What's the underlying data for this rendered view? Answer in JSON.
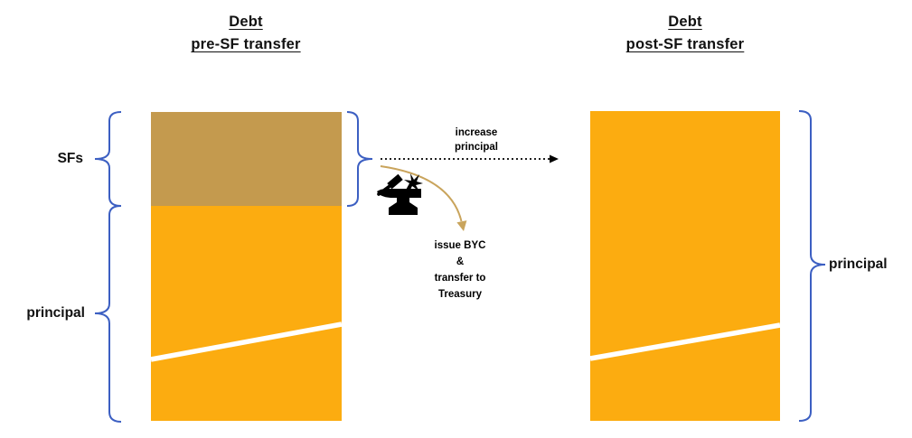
{
  "colors": {
    "orange": "#FCAC10",
    "tan": "#C49A4E",
    "brace_blue": "#3C5FC2",
    "arrow_tan": "#C9A45C",
    "text": "#111111",
    "white_line": "#ffffff"
  },
  "left_chart": {
    "title_line1": "Debt",
    "title_line2": "pre-SF transfer",
    "sf_label": "SFs",
    "principal_label": "principal"
  },
  "right_chart": {
    "title_line1": "Debt",
    "title_line2": "post-SF transfer",
    "principal_label": "principal"
  },
  "annotations": {
    "increase_line1": "increase",
    "increase_line2": "principal",
    "issue_lines": [
      "issue BYC",
      "&",
      "transfer to",
      "Treasury"
    ]
  },
  "icons": {
    "anvil": "anvil-hammer-icon"
  }
}
